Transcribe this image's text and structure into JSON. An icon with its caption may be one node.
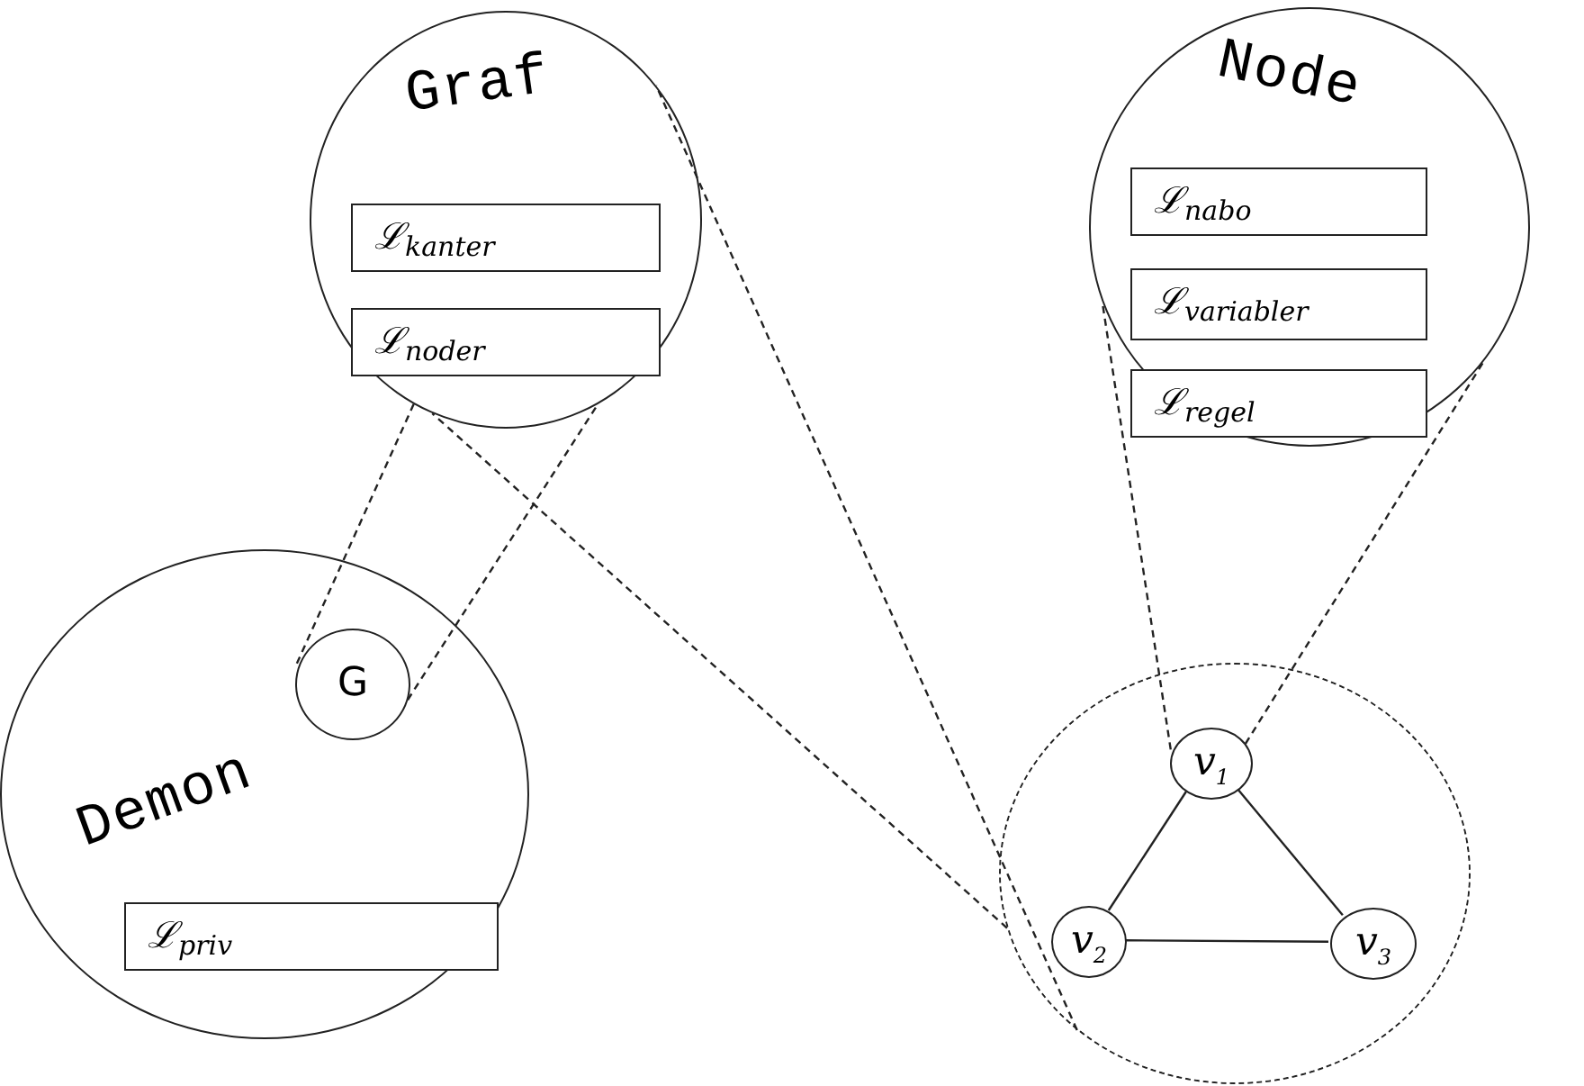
{
  "diagram": {
    "nodes": [
      {
        "text": [
          "Graf"
        ]
      },
      {
        "text": [
          "ℒ$_{kanter}$"
        ],
        "in": 0
      },
      {
        "text": [
          "ℒ$_{noder}$"
        ],
        "in": 0
      },
      {
        "text": [
          "Node"
        ]
      },
      {
        "text": [
          "ℒ$_{nabo}$"
        ],
        "in": 3
      },
      {
        "text": [
          "ℒ$_{variabler}$"
        ],
        "in": 3
      },
      {
        "text": [
          "ℒ$_{regel}$"
        ],
        "in": 3
      },
      {
        "text": [
          "Demon"
        ]
      },
      {
        "text": [
          "G"
        ],
        "in": 7
      },
      {
        "text": [
          "ℒ$_{priv}$"
        ],
        "in": 7
      },
      {
        "text": [],
        "shape": "circle"
      },
      {
        "text": [
          "v$_{1}$"
        ],
        "in": 10
      },
      {
        "text": [
          "v$_{2}$"
        ],
        "in": 10
      },
      {
        "text": [
          "v$_{3}$"
        ],
        "in": 10
      }
    ],
    "edges": [
      {
        "from": 8,
        "to": 0,
        "arrow": "none",
        "style": "dashed"
      },
      {
        "from": 8,
        "to": 0,
        "arrow": "none",
        "style": "dashed"
      },
      {
        "from": 10,
        "to": 0,
        "arrow": "none",
        "style": "dashed"
      },
      {
        "from": 10,
        "to": 0,
        "arrow": "none",
        "style": "dashed"
      },
      {
        "from": 11,
        "to": 3,
        "arrow": "none",
        "style": "dashed"
      },
      {
        "from": 11,
        "to": 3,
        "arrow": "none",
        "style": "dashed"
      },
      {
        "from": 11,
        "to": 12,
        "arrow": "none"
      },
      {
        "from": 11,
        "to": 13,
        "arrow": "none"
      },
      {
        "from": 12,
        "to": 13,
        "arrow": "none"
      }
    ]
  }
}
